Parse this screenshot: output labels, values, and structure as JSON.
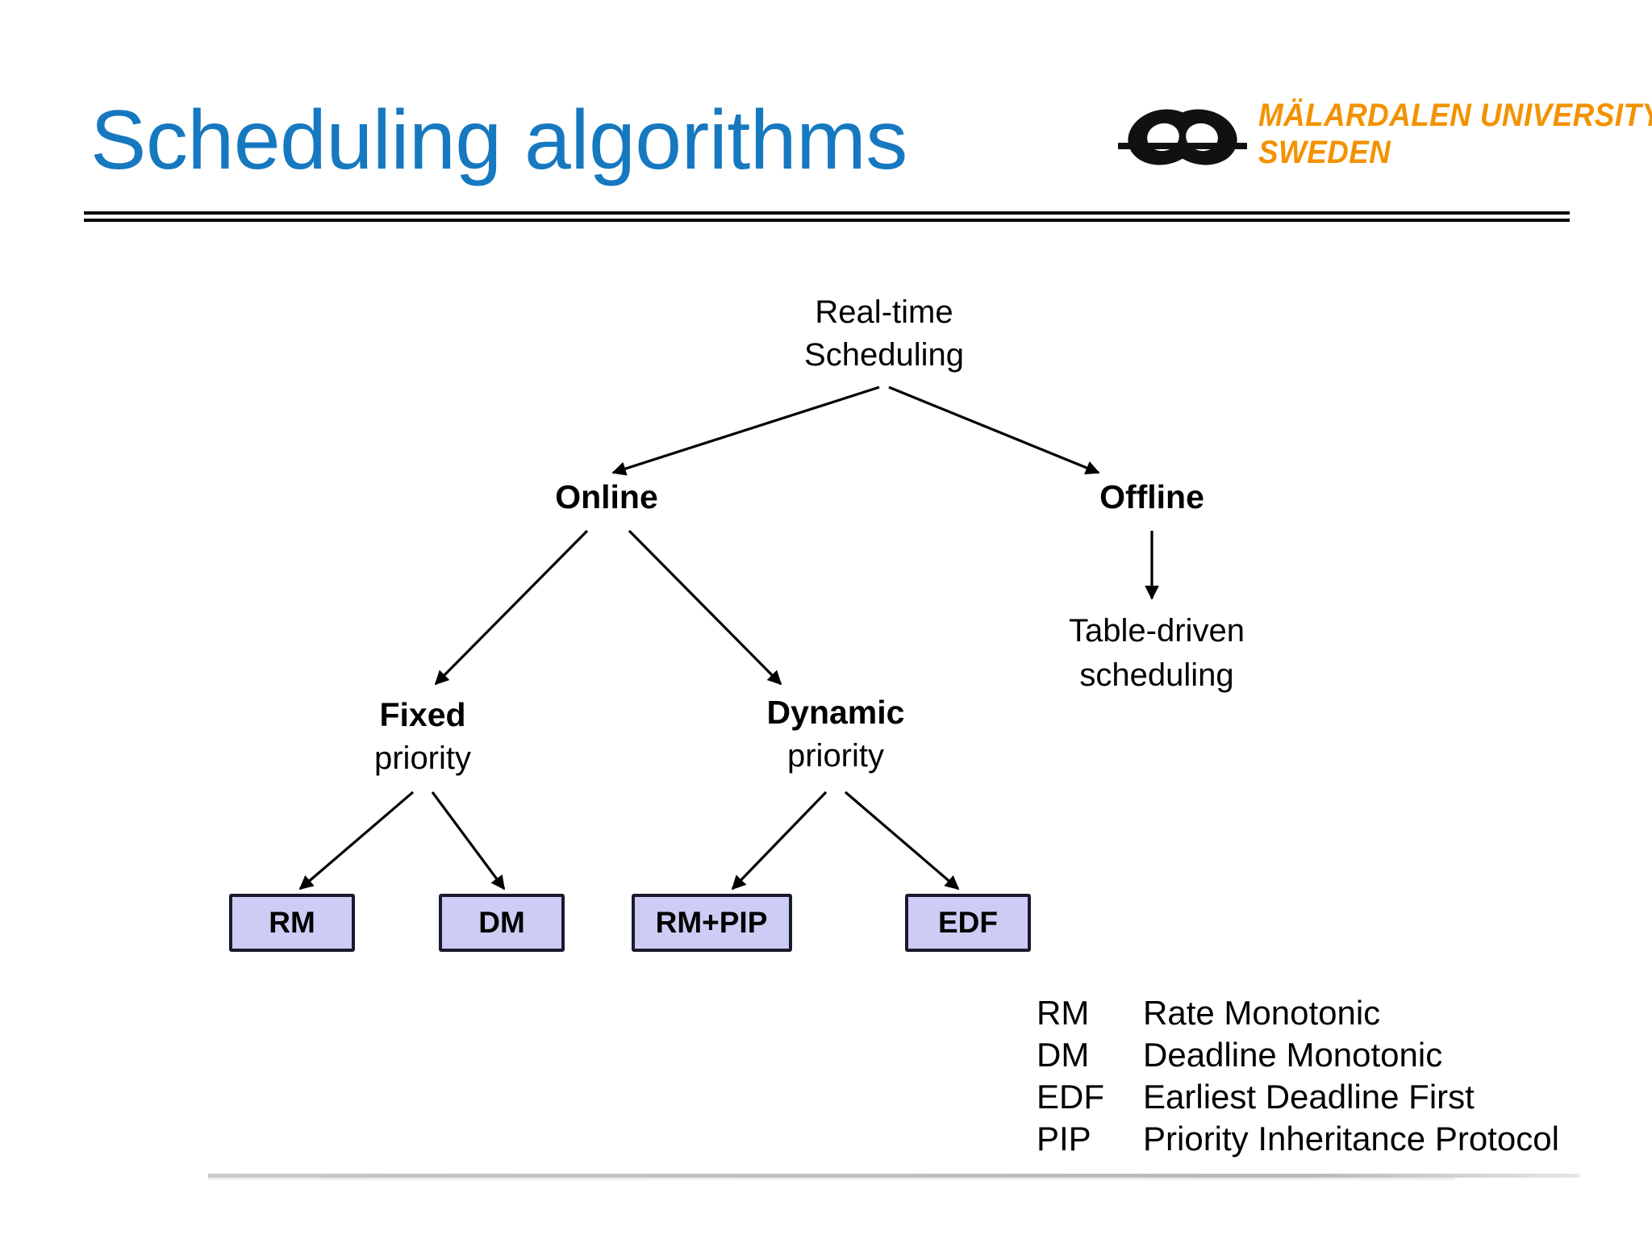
{
  "slide": {
    "title": "Scheduling algorithms",
    "title_color": "#1679C0"
  },
  "logo": {
    "mark_name": "malardalen-university-logo-mark",
    "line1": "MÄLARDALEN UNIVERSITY",
    "line2": "SWEDEN",
    "color": "#F39200",
    "mark_color": "#111111"
  },
  "diagram": {
    "type": "tree",
    "nodes": {
      "root": {
        "line1": "Real-time",
        "line2": "Scheduling"
      },
      "online": {
        "label": "Online"
      },
      "offline": {
        "label": "Offline"
      },
      "table_driven": {
        "line1": "Table-driven",
        "line2": "scheduling"
      },
      "fixed": {
        "line1": "Fixed",
        "line2": "priority"
      },
      "dynamic": {
        "line1": "Dynamic",
        "line2": "priority"
      }
    },
    "leaf_boxes": [
      {
        "label": "RM"
      },
      {
        "label": "DM"
      },
      {
        "label": "RM+PIP"
      },
      {
        "label": "EDF"
      }
    ],
    "box_fill": "#CCCCF5",
    "box_border": "#1a1a2e"
  },
  "legend": {
    "rows": [
      {
        "abbr": "RM",
        "desc": "Rate Monotonic"
      },
      {
        "abbr": "DM",
        "desc": "Deadline Monotonic"
      },
      {
        "abbr": "EDF",
        "desc": "Earliest Deadline First"
      },
      {
        "abbr": "PIP",
        "desc": "Priority Inheritance Protocol"
      }
    ]
  }
}
